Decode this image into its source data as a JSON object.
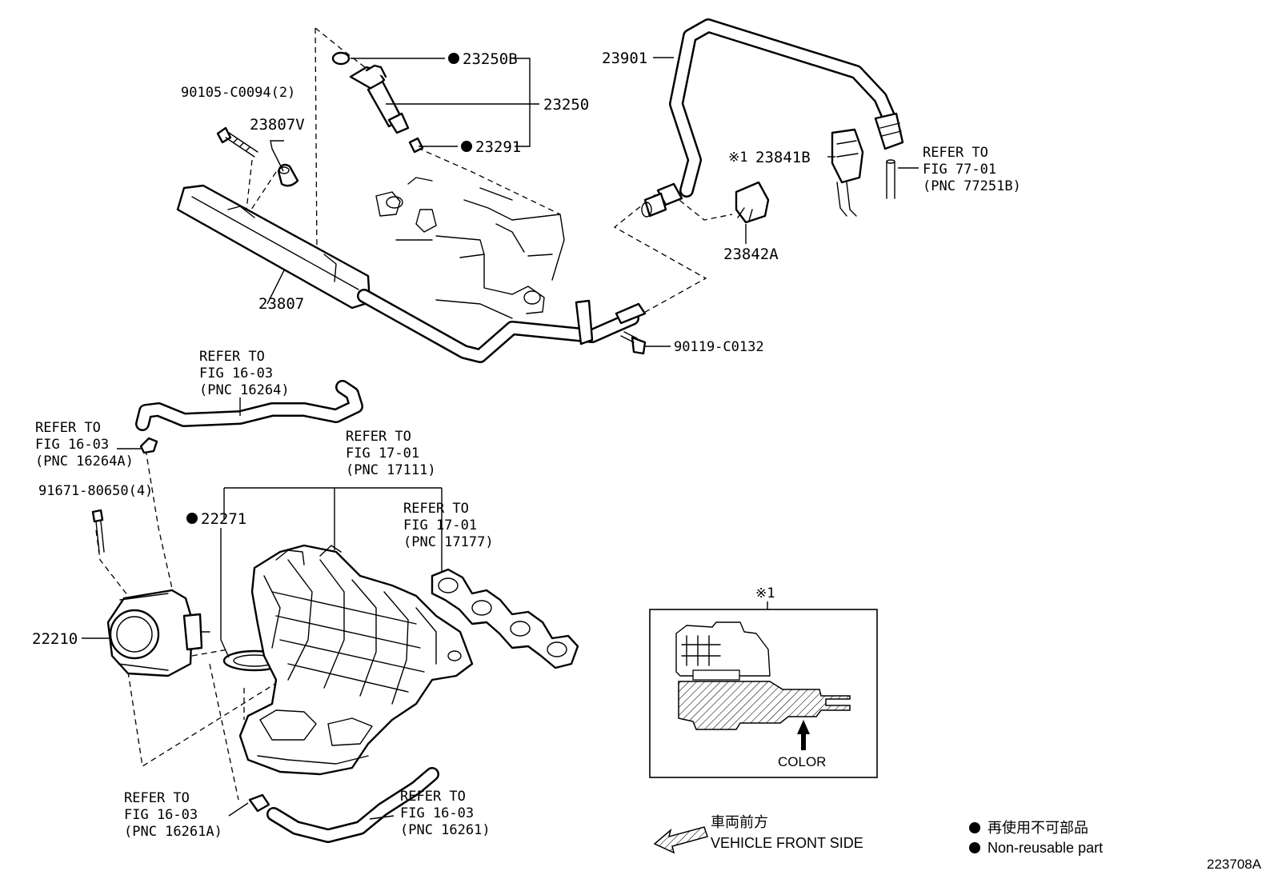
{
  "labels": {
    "p23250B": "23250B",
    "p23250": "23250",
    "p23291": "23291",
    "p90105": "90105-C0094(2)",
    "p23807V": "23807V",
    "p23807": "23807",
    "p23901": "23901",
    "p23841B": "23841B",
    "p23841B_mark": "※1",
    "p23842A": "23842A",
    "p90119": "90119-C0132",
    "p22271": "22271",
    "p91671": "91671-80650(4)",
    "p22210": "22210"
  },
  "refers": {
    "r77251B": {
      "l1": "REFER TO",
      "l2": "FIG 77-01",
      "l3": "(PNC 77251B)"
    },
    "r16264": {
      "l1": "REFER TO",
      "l2": "FIG 16-03",
      "l3": "(PNC 16264)"
    },
    "r16264A": {
      "l1": "REFER TO",
      "l2": "FIG 16-03",
      "l3": "(PNC 16264A)"
    },
    "r17111": {
      "l1": "REFER TO",
      "l2": "FIG 17-01",
      "l3": "(PNC 17111)"
    },
    "r17177": {
      "l1": "REFER TO",
      "l2": "FIG 17-01",
      "l3": "(PNC 17177)"
    },
    "r16261A": {
      "l1": "REFER TO",
      "l2": "FIG 16-03",
      "l3": "(PNC 16261A)"
    },
    "r16261": {
      "l1": "REFER TO",
      "l2": "FIG 16-03",
      "l3": "(PNC 16261)"
    }
  },
  "inset": {
    "mark": "※1",
    "color_label": "COLOR"
  },
  "legend": {
    "front_jp": "車両前方",
    "front_en": "VEHICLE FRONT SIDE",
    "nonreuse_jp": "再使用不可部品",
    "nonreuse_en": "Non-reusable part"
  },
  "figure_id": "223708A"
}
